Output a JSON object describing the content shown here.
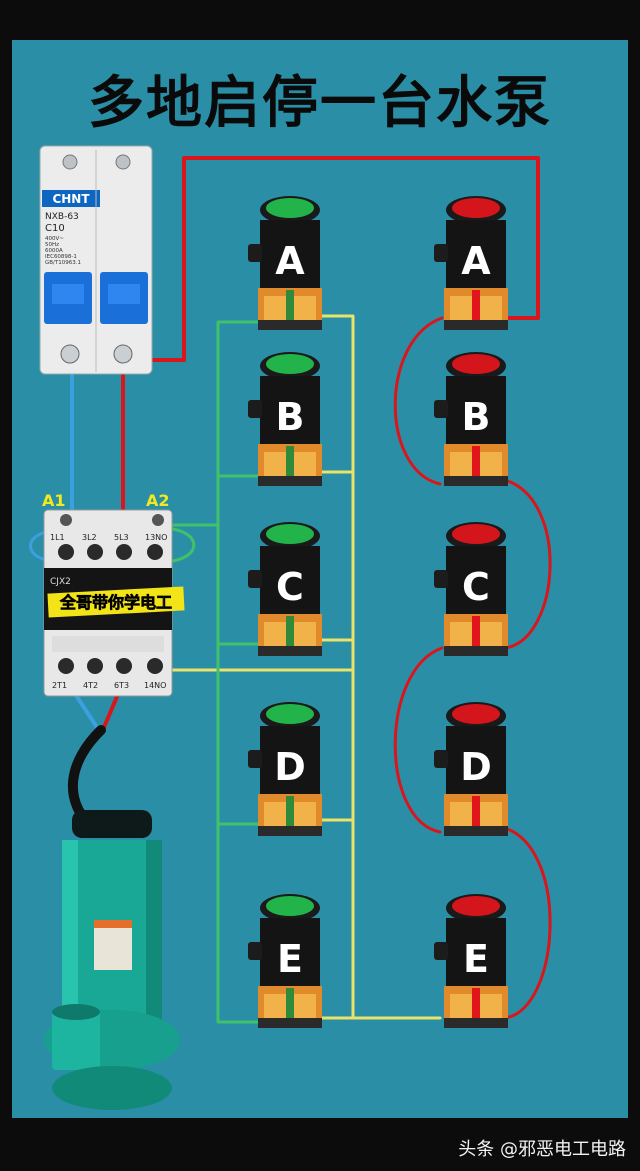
{
  "title": "多地启停一台水泵",
  "breaker": {
    "brand": "CHNT",
    "model": "NXB-63",
    "rating": "C10",
    "spec_lines": [
      "400V~",
      "50Hz",
      "6000A",
      "IEC60898-1",
      "GB/T10963.1"
    ]
  },
  "contactor": {
    "terminal_a1": "A1",
    "terminal_a2": "A2",
    "model": "CJX2",
    "banner": "全哥带你学电工",
    "top_labels": [
      "1L1",
      "3L2",
      "5L3",
      "13NO"
    ],
    "bottom_labels": [
      "2T1",
      "4T2",
      "6T3",
      "14NO"
    ]
  },
  "buttons": {
    "start": [
      "A",
      "B",
      "C",
      "D",
      "E"
    ],
    "stop": [
      "A",
      "B",
      "C",
      "D",
      "E"
    ]
  },
  "colors": {
    "background": "#2a8fa6",
    "start_cap": "#22b34a",
    "stop_cap": "#d4151c",
    "wire_red": "#d8161c",
    "wire_blue": "#3aa0e0",
    "wire_green": "#3fc26a",
    "wire_yellow": "#e9e36b"
  },
  "footer": "头条 @邪恶电工电路"
}
